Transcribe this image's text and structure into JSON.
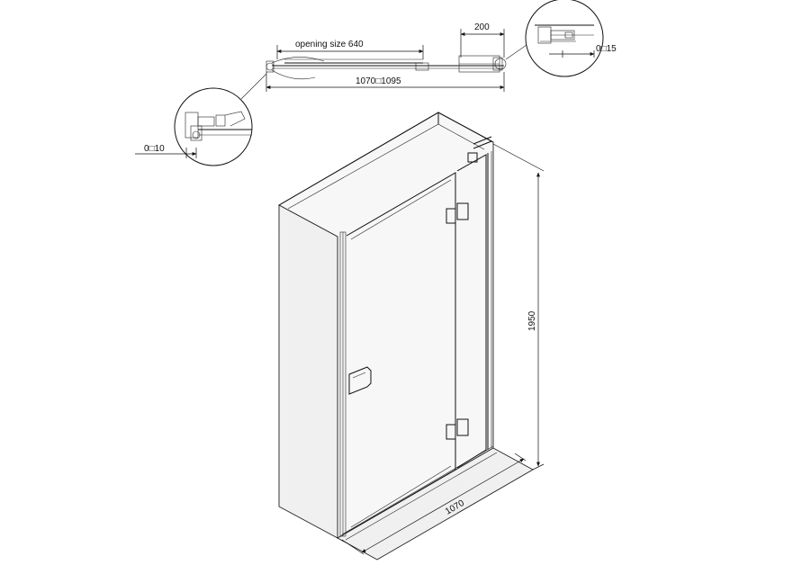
{
  "labels": {
    "opening_size": "opening size 640",
    "width_range": "1070□1095",
    "wall_offset": "200",
    "adjust_right": "0□15",
    "adjust_left": "0□10",
    "height": "1950",
    "width": "1070"
  },
  "icons": {
    "arrow": "arrowhead-icon",
    "hinge": "hinge-icon",
    "handle": "handle-icon",
    "profile": "wall-profile-icon"
  }
}
